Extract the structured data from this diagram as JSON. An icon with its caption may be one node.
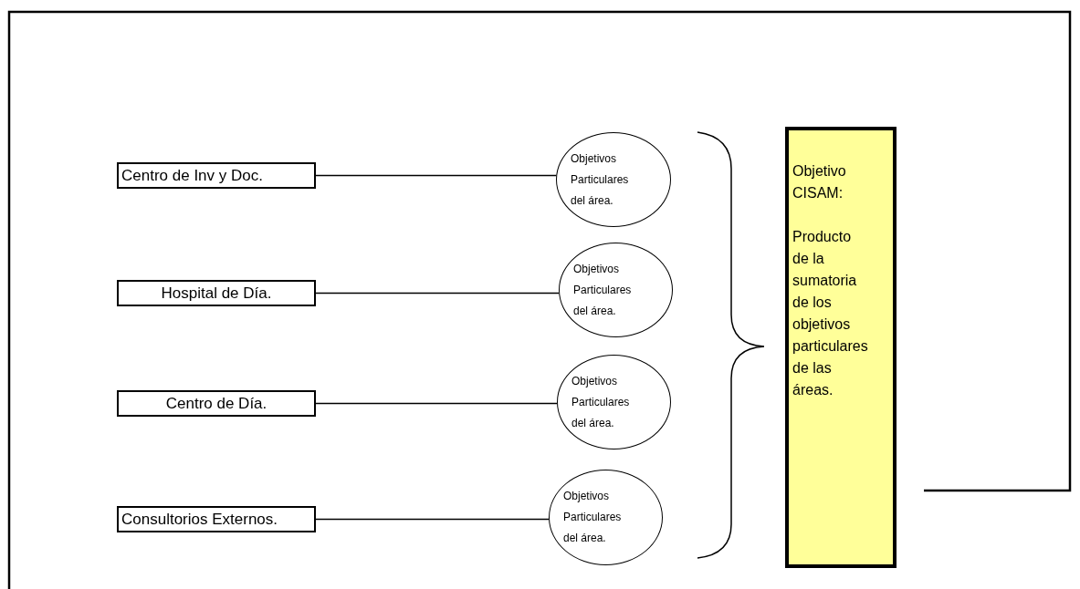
{
  "diagram": {
    "nodes": [
      {
        "text": [
          "Centro de Inv y Doc."
        ]
      },
      {
        "text": [
          "Hospital de Día."
        ]
      },
      {
        "text": [
          "Centro de Día."
        ]
      },
      {
        "text": [
          "Consultorios Externos."
        ]
      },
      {
        "text": [
          "Objetivos Particulares del área."
        ]
      },
      {
        "text": [
          "Objetivos Particulares del área."
        ]
      },
      {
        "text": [
          "Objetivos Particulares del área."
        ]
      },
      {
        "text": [
          "Objetivos Particulares del área."
        ]
      },
      {
        "text": [
          "Objetivo CISAM:",
          "Producto de la sumatoria de los objetivos particulares de las áreas."
        ]
      }
    ],
    "edges": [
      {
        "from": 0,
        "to": 4,
        "arrow": "none"
      },
      {
        "from": 1,
        "to": 5,
        "arrow": "none"
      },
      {
        "from": 2,
        "to": 6,
        "arrow": "none"
      },
      {
        "from": 3,
        "to": 7,
        "arrow": "none"
      }
    ]
  }
}
